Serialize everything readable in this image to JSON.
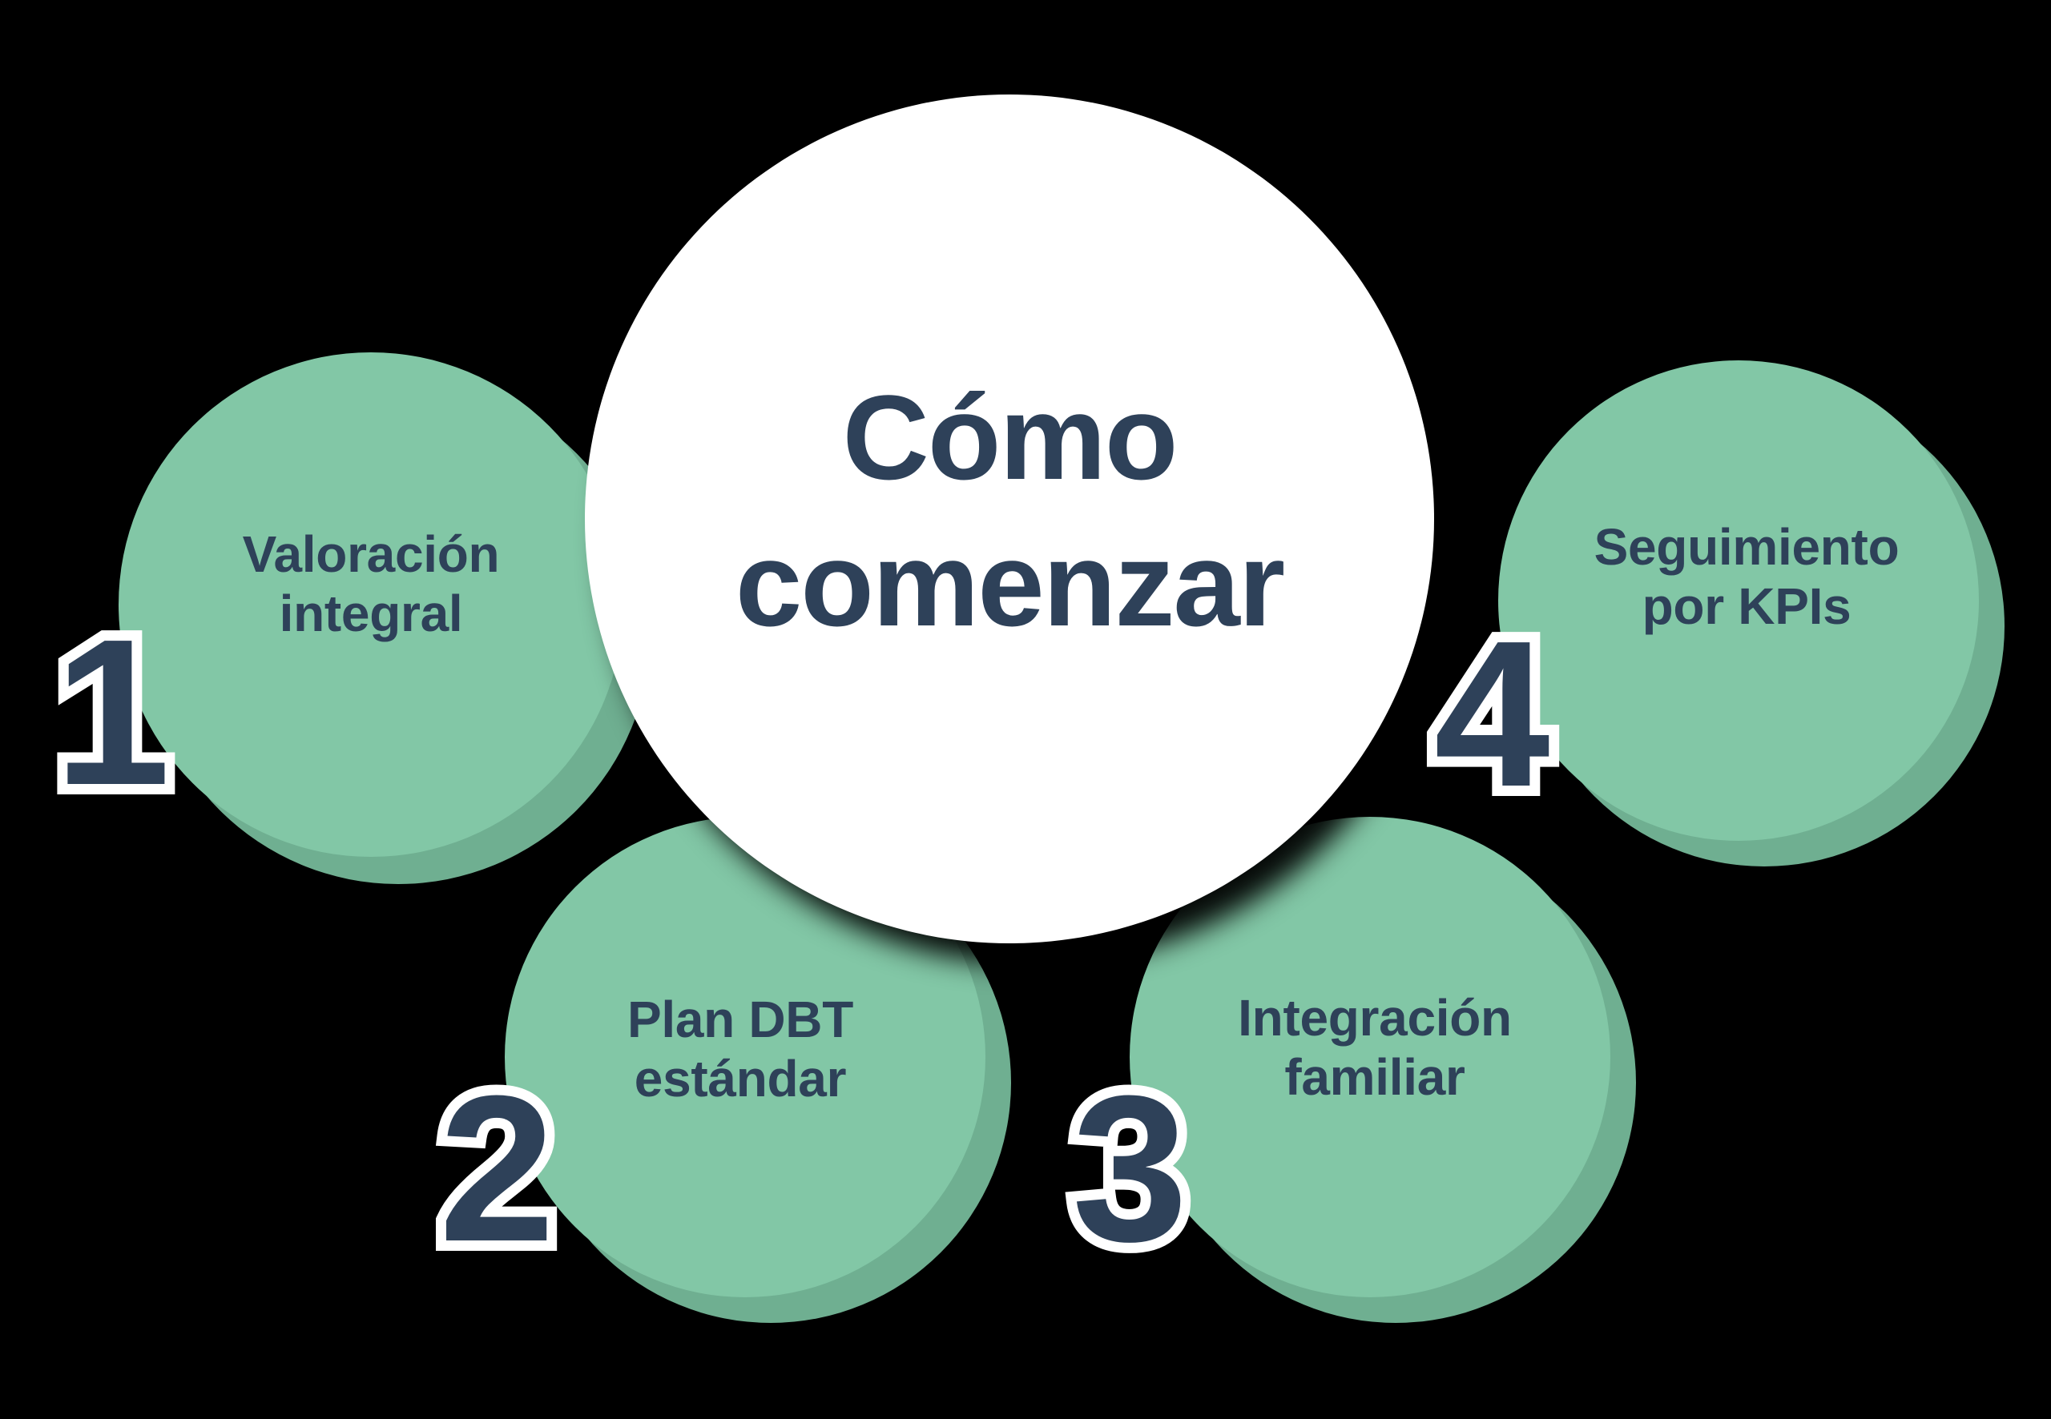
{
  "diagram": {
    "center": {
      "title": "Cómo\ncomenzar",
      "background_color": "#FFFFFF",
      "text_color": "#2E4159"
    },
    "colors": {
      "green": "#82C7A6",
      "green_shadow": "#6FAF91",
      "navy": "#2E4159",
      "number_outline": "#FFFFFF",
      "background": "#000000"
    },
    "steps": [
      {
        "number": "1",
        "label": "Valoración\nintegral"
      },
      {
        "number": "2",
        "label": "Plan DBT\nestándar"
      },
      {
        "number": "3",
        "label": "Integración\nfamiliar"
      },
      {
        "number": "4",
        "label": "Seguimiento\npor KPIs"
      }
    ]
  }
}
